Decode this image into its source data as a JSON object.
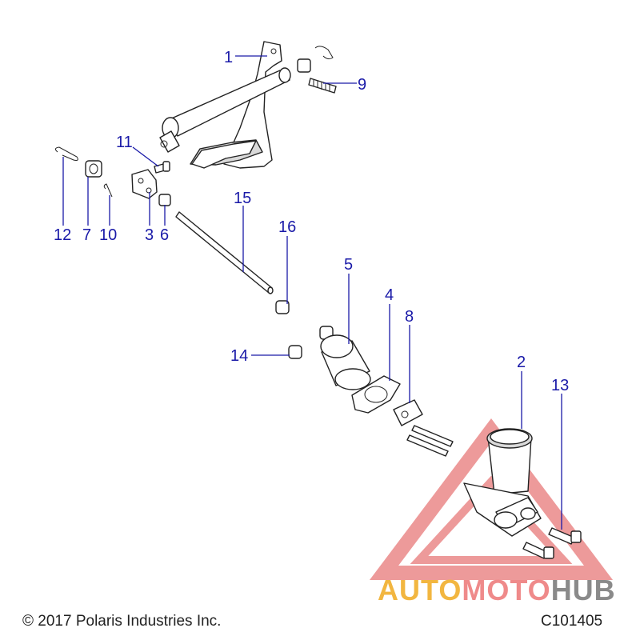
{
  "callouts": [
    {
      "id": "1",
      "label": "1"
    },
    {
      "id": "2",
      "label": "2"
    },
    {
      "id": "3",
      "label": "3"
    },
    {
      "id": "4",
      "label": "4"
    },
    {
      "id": "5",
      "label": "5"
    },
    {
      "id": "6",
      "label": "6"
    },
    {
      "id": "7",
      "label": "7"
    },
    {
      "id": "8",
      "label": "8"
    },
    {
      "id": "9",
      "label": "9"
    },
    {
      "id": "10",
      "label": "10"
    },
    {
      "id": "11",
      "label": "11"
    },
    {
      "id": "12",
      "label": "12"
    },
    {
      "id": "13",
      "label": "13"
    },
    {
      "id": "14",
      "label": "14"
    },
    {
      "id": "15",
      "label": "15"
    },
    {
      "id": "16",
      "label": "16"
    }
  ],
  "watermark": {
    "part1": "AUTO",
    "part2": "MOTO",
    "part3": "HUB",
    "color_auto": "#f2b640",
    "color_moto": "#ef8a8a",
    "color_hub": "#8a8a8a",
    "triangle_color": "#e04848"
  },
  "footer": {
    "copyright": "© 2017 Polaris Industries Inc.",
    "drawing_code": "C101405"
  },
  "colors": {
    "callout": "#1a1aa8",
    "line_art": "#222222"
  }
}
